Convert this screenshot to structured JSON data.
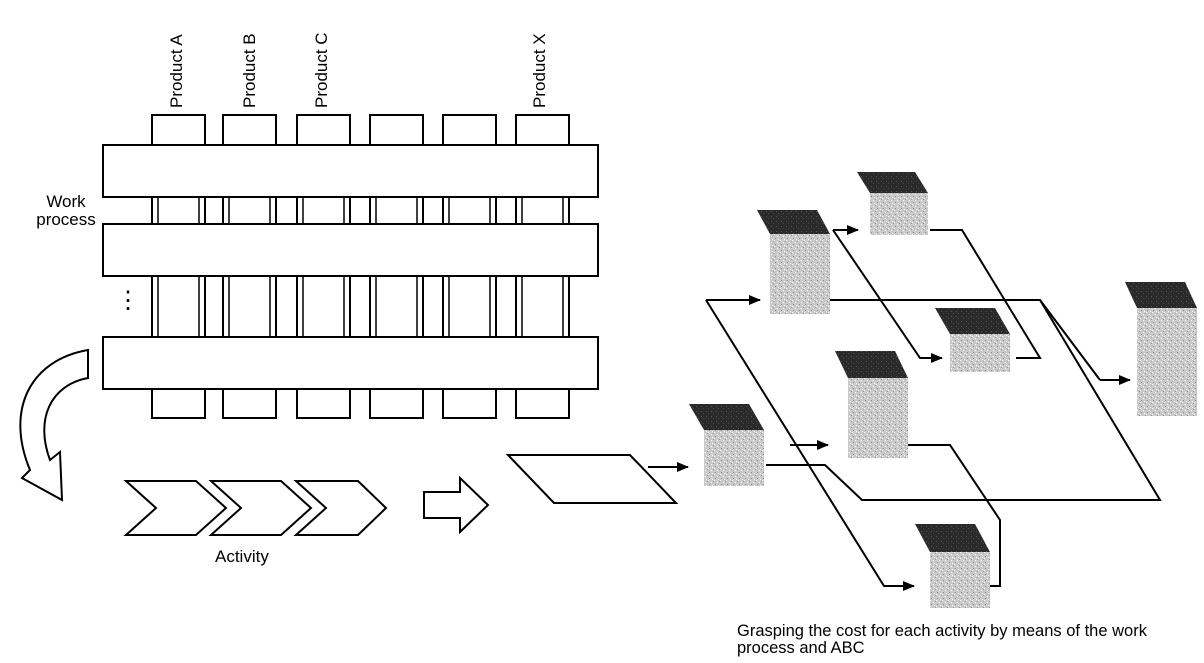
{
  "products": [
    "Product A",
    "Product B",
    "Product C",
    "Product X"
  ],
  "work_process_label": "Work\nprocess",
  "ellipsis": "⋮",
  "activity_label": "Activity",
  "caption": "Grasping the cost for each activity by means of the work process and ABC",
  "colors": {
    "line": "#000000",
    "cube_top": "#2e2e2e",
    "cube_side": "#c8c8c8"
  }
}
